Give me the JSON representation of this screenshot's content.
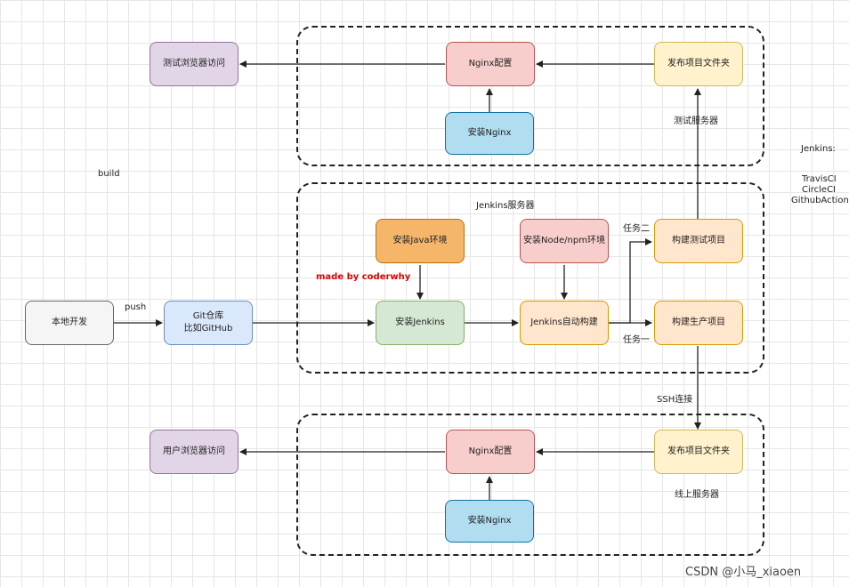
{
  "nodes": {
    "test_browser": "测试浏览器访问",
    "nginx_config_test": "Nginx配置",
    "publish_folder_test": "发布项目文件夹",
    "install_nginx_test": "安装Nginx",
    "install_java": "安装Java环境",
    "install_node": "安装Node/npm环境",
    "build_test": "构建测试项目",
    "local_dev": "本地开发",
    "git_repo": "Git仓库\n比如GitHub",
    "install_jenkins": "安装Jenkins",
    "jenkins_build": "Jenkins自动构建",
    "build_prod": "构建生产项目",
    "user_browser": "用户浏览器访问",
    "nginx_config_prod": "Nginx配置",
    "publish_folder_prod": "发布项目文件夹",
    "install_nginx_prod": "安装Nginx"
  },
  "labels": {
    "test_server": "测试服务器",
    "build": "build",
    "jenkins_server": "Jenkins服务器",
    "task_two": "任务二",
    "task_one": "任务一",
    "push": "push",
    "made_by": "made by coderwhy",
    "ssh": "SSH连接",
    "prod_server": "线上服务器",
    "side_title": "Jenkins:",
    "side_items": [
      "TravisCI",
      "CircleCI",
      "GithubActions"
    ],
    "watermark": "CSDN @小马_xiaoen"
  }
}
